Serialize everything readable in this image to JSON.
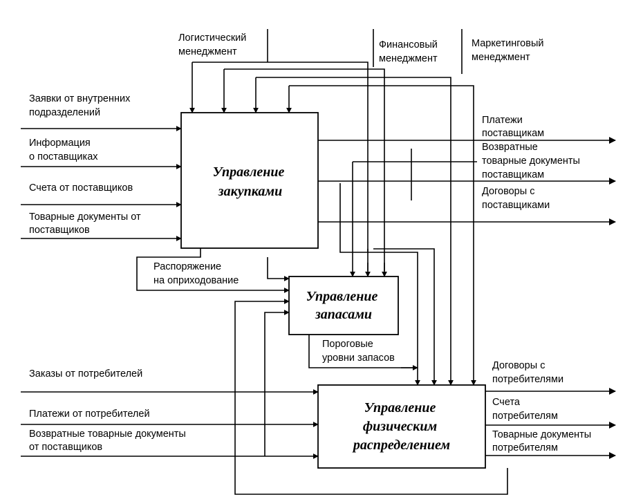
{
  "controls": {
    "logistics": [
      "Логистический",
      "менеджмент"
    ],
    "finance": [
      "Финансовый",
      "менеджмент"
    ],
    "marketing": [
      "Маркетинговый",
      "менеджмент"
    ]
  },
  "boxes": {
    "procurement": [
      "Управление",
      "закупками"
    ],
    "inventory": [
      "Управление",
      "запасами"
    ],
    "distribution": [
      "Управление",
      "физическим",
      "распределением"
    ]
  },
  "inputs_procurement": [
    [
      "Заявки от внутренних",
      "подразделений"
    ],
    [
      "Информация",
      "о поставщиках"
    ],
    [
      "Счета от поставщиков"
    ],
    [
      "Товарные документы от",
      "поставщиков"
    ]
  ],
  "outputs_procurement": [
    [
      "Платежи",
      "поставщикам"
    ],
    [
      "Возвратные",
      "товарные документы",
      "поставщикам"
    ],
    [
      "Договоры с",
      "поставщиками"
    ]
  ],
  "inter_labels": {
    "receipt_order": [
      "Распоряжение",
      "на оприходование"
    ],
    "stock_thresholds": [
      "Пороговые",
      "уровни запасов"
    ]
  },
  "inputs_distribution": [
    [
      "Заказы от потребителей"
    ],
    [
      "Платежи от потребителей"
    ],
    [
      "Возвратные товарные документы",
      "от поставщиков"
    ]
  ],
  "outputs_distribution": [
    [
      "Договоры с",
      "потребителями"
    ],
    [
      "Счета",
      "потребителям"
    ],
    [
      "Товарные документы",
      "потребителям"
    ]
  ]
}
